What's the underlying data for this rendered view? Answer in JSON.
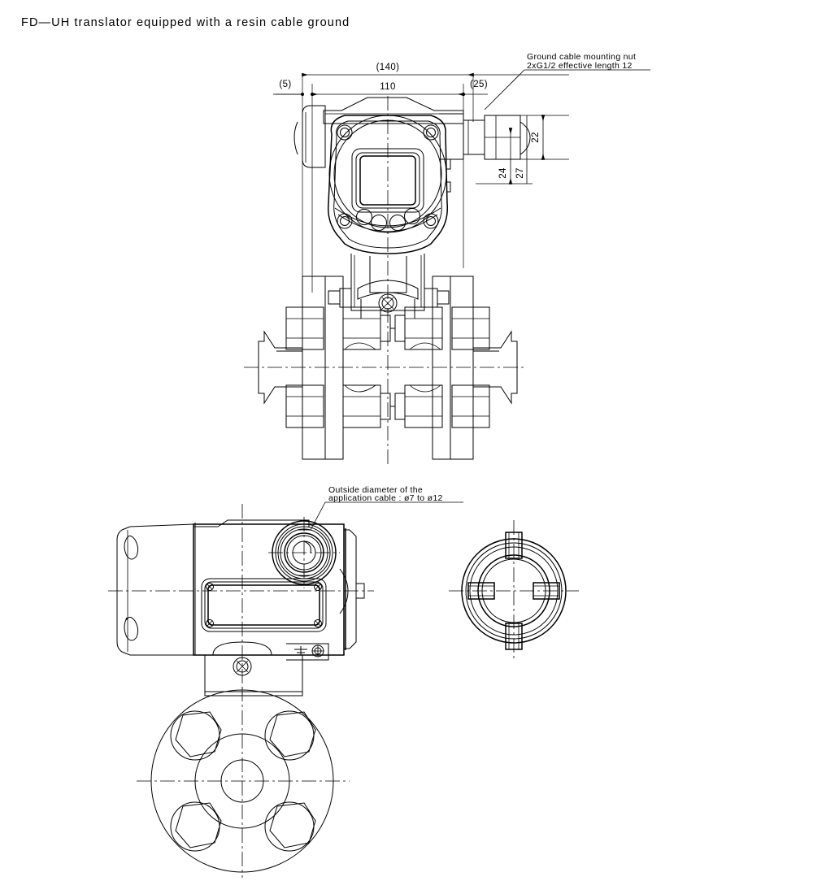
{
  "document": {
    "title": "FD—UH translator equipped with a resin cable ground",
    "drawing_type": "engineering-dimension-drawing",
    "line_color": "#000000",
    "background_color": "#ffffff"
  },
  "views": {
    "front": {
      "name": "front-view",
      "description": "Differential pressure transmitter front elevation with flange process connection"
    },
    "side": {
      "name": "side-view",
      "description": "Side elevation with nameplate and resin cable gland"
    },
    "cover": {
      "name": "cover-end-view",
      "description": "Circular housing cover end view with four lugs"
    },
    "bottom": {
      "name": "flange-face-view",
      "description": "Process flange face with four hex nuts"
    }
  },
  "dimensions": {
    "overall_width": "(140)",
    "left_offset": "(5)",
    "body_width": "110",
    "right_offset": "(25)",
    "nut_height": "22",
    "nut_depth_24": "24",
    "nut_depth_27": "27"
  },
  "annotations": {
    "ground_nut": {
      "line1": "Ground cable mounting nut",
      "line2": "2xG1/2 effective length 12"
    },
    "cable_diameter": {
      "line1": "Outside diameter of the",
      "line2": "application cable : ø7 to ø12"
    }
  }
}
